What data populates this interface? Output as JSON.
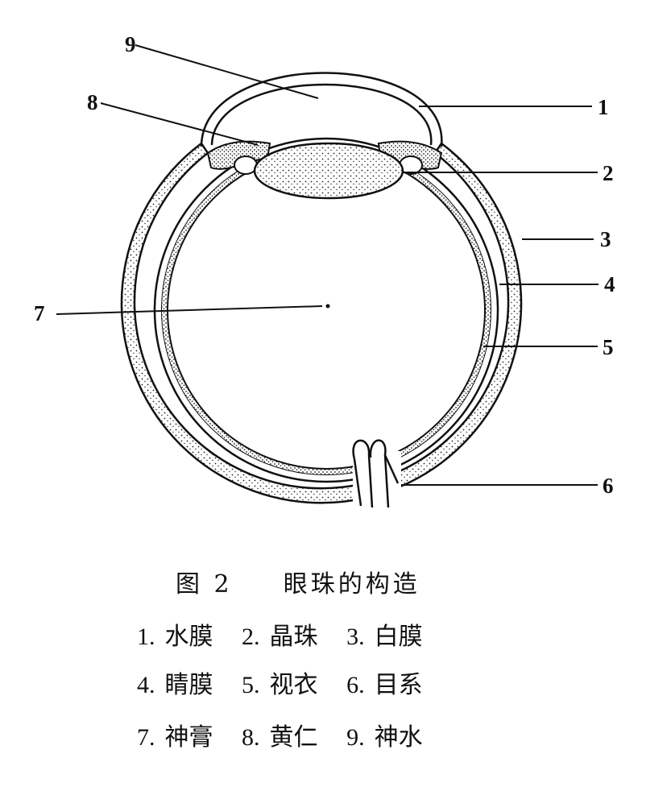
{
  "figure": {
    "title_number": "图 2",
    "title_text": "眼珠的构造"
  },
  "callouts": [
    "1",
    "2",
    "3",
    "4",
    "5",
    "6",
    "7",
    "8",
    "9"
  ],
  "legend": [
    [
      {
        "n": "1.",
        "label": "水膜"
      },
      {
        "n": "2.",
        "label": "晶珠"
      },
      {
        "n": "3.",
        "label": "白膜"
      }
    ],
    [
      {
        "n": "4.",
        "label": "睛膜"
      },
      {
        "n": "5.",
        "label": "视衣"
      },
      {
        "n": "6.",
        "label": "目系"
      }
    ],
    [
      {
        "n": "7.",
        "label": "神膏"
      },
      {
        "n": "8.",
        "label": "黄仁"
      },
      {
        "n": "9.",
        "label": "神水"
      }
    ]
  ]
}
